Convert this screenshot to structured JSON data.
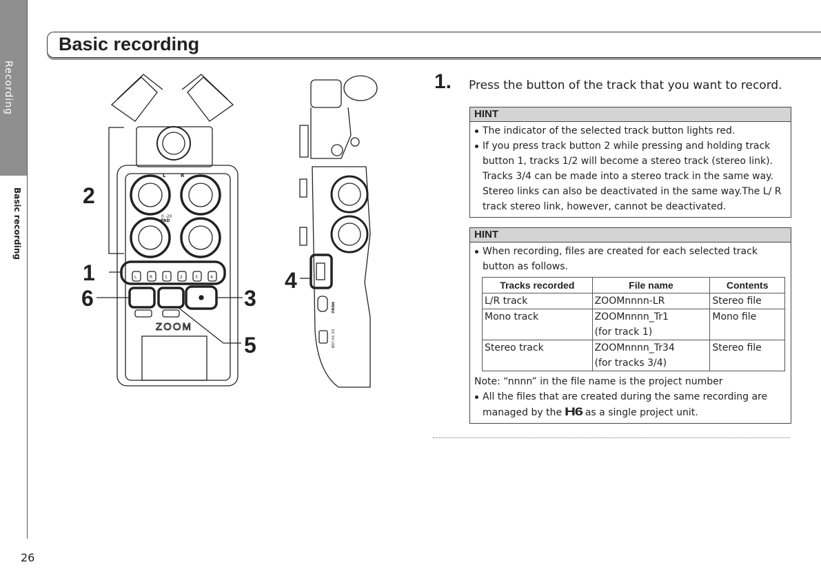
{
  "sidebar": {
    "section_tab": "Recording",
    "subsection_tab": "Basic recording",
    "page_number": "26"
  },
  "title": "Basic recording",
  "figure": {
    "callouts": [
      "1",
      "2",
      "3",
      "4",
      "5",
      "6"
    ],
    "front_labels": {
      "L": "L",
      "R": "R",
      "track_buttons": [
        "L",
        "R",
        "1",
        "2",
        "3",
        "4"
      ],
      "pad": "PAD",
      "logo": "ZOOM",
      "pad_value": "0 -20"
    },
    "side_labels": {
      "menu": "MENU",
      "usb": "DC 5V USB"
    }
  },
  "step": {
    "number": "1.",
    "text": "Press the button of the track that you want to record."
  },
  "hint1": {
    "header": "HINT",
    "bullets": [
      "The indicator of the selected track button lights red.",
      "If you press track button 2 while pressing and holding track button 1, tracks 1/2 will become a stereo track (stereo link). Tracks 3/4 can be made into a stereo track in the same way. Stereo links can also be deactivated in the same way.The L/ R track stereo link, however, cannot be deactivated."
    ]
  },
  "hint2": {
    "header": "HINT",
    "intro": "When recording, files are created for each selected track button as follows.",
    "table": {
      "headers": [
        "Tracks recorded",
        "File name",
        "Contents"
      ],
      "rows": [
        [
          "L/R track",
          "ZOOMnnnn-LR",
          "Stereo file"
        ],
        [
          "Mono track",
          "ZOOMnnnn_Tr1",
          "Mono file"
        ],
        [
          "Stereo track",
          "ZOOMnnnn_Tr34",
          "Stereo file"
        ]
      ],
      "row_notes": [
        "",
        "(for track 1)",
        "(for tracks 3/4)"
      ]
    },
    "note": "Note: “nnnn” in the file name is the project number",
    "final_before": "All the files that are created during the same recording are managed by the",
    "final_logo": "H6",
    "final_after": "as a single project unit."
  }
}
